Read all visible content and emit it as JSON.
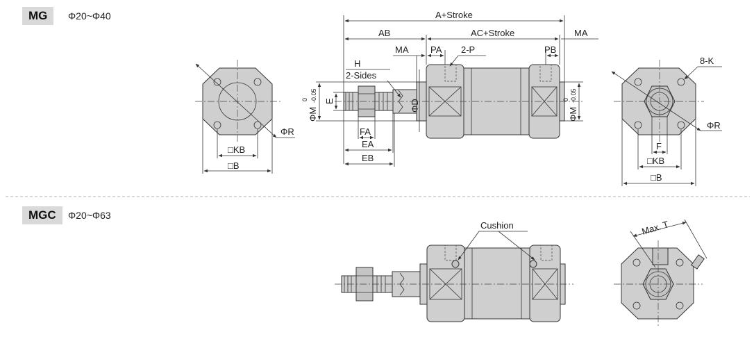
{
  "sections": [
    {
      "model": "MG",
      "range": "Φ20~Φ40"
    },
    {
      "model": "MGC",
      "range": "Φ20~Φ63"
    }
  ],
  "labels": {
    "a_stroke": "A+Stroke",
    "ab": "AB",
    "ac_stroke": "AC+Stroke",
    "ma": "MA",
    "pa": "PA",
    "two_p": "2-P",
    "pb": "PB",
    "h": "H",
    "two_sides": "2-Sides",
    "e": "E",
    "phi_m": "ΦM",
    "phi_d": "ΦD",
    "fa": "FA",
    "ea": "EA",
    "eb": "EB",
    "tol_upper": "0",
    "tol_lower": "-0.05",
    "kb": "□KB",
    "b": "□B",
    "phi_r": "ΦR",
    "eight_k": "8-K",
    "f": "F",
    "cushion": "Cushion",
    "max_t": "Max. T"
  },
  "colors": {
    "part_fill": "#cfcfcf",
    "badge_bg": "#d9d9d9",
    "line": "#333333"
  }
}
